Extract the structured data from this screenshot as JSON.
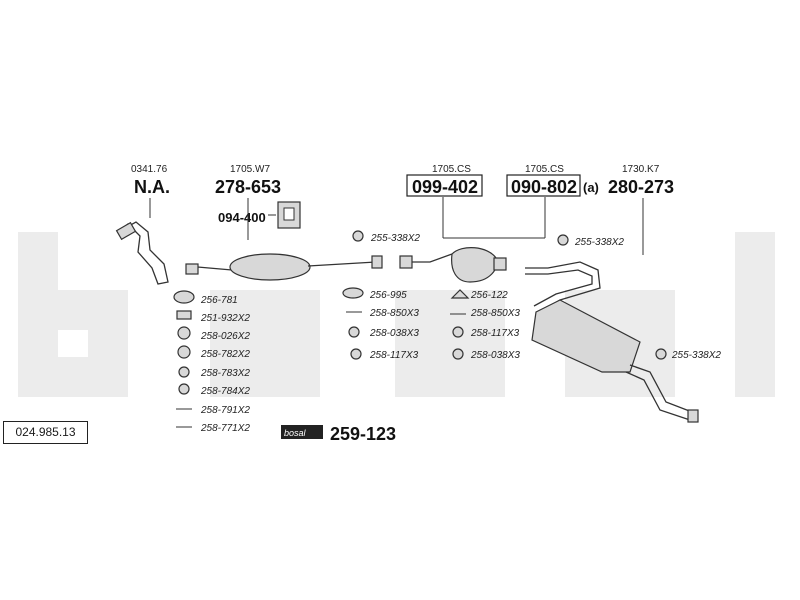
{
  "catalog_number": "024.985.13",
  "watermark": "bosal",
  "brand_label": "bosal",
  "kit_number": "259-123",
  "sections": [
    {
      "oe": "0341.76",
      "part": "N.A.",
      "boxed": false
    },
    {
      "oe": "1705.W7",
      "part": "278-653",
      "boxed": false
    },
    {
      "oe": "1705.CS",
      "part": "099-402",
      "boxed": true
    },
    {
      "oe": "1705.CS",
      "part": "090-802",
      "boxed": true,
      "suffix": "(a)"
    },
    {
      "oe": "1730.K7",
      "part": "280-273",
      "boxed": false
    }
  ],
  "extra_part": "094-400",
  "accessories": [
    "256-781",
    "251-932X2",
    "258-026X2",
    "258-782X2",
    "258-783X2",
    "258-784X2",
    "258-791X2",
    "258-771X2",
    "256-995",
    "258-850X3",
    "258-038X3",
    "258-117X3",
    "256-122",
    "258-850X3",
    "258-117X3",
    "258-038X3",
    "255-338X2",
    "255-338X2",
    "255-338X2"
  ]
}
